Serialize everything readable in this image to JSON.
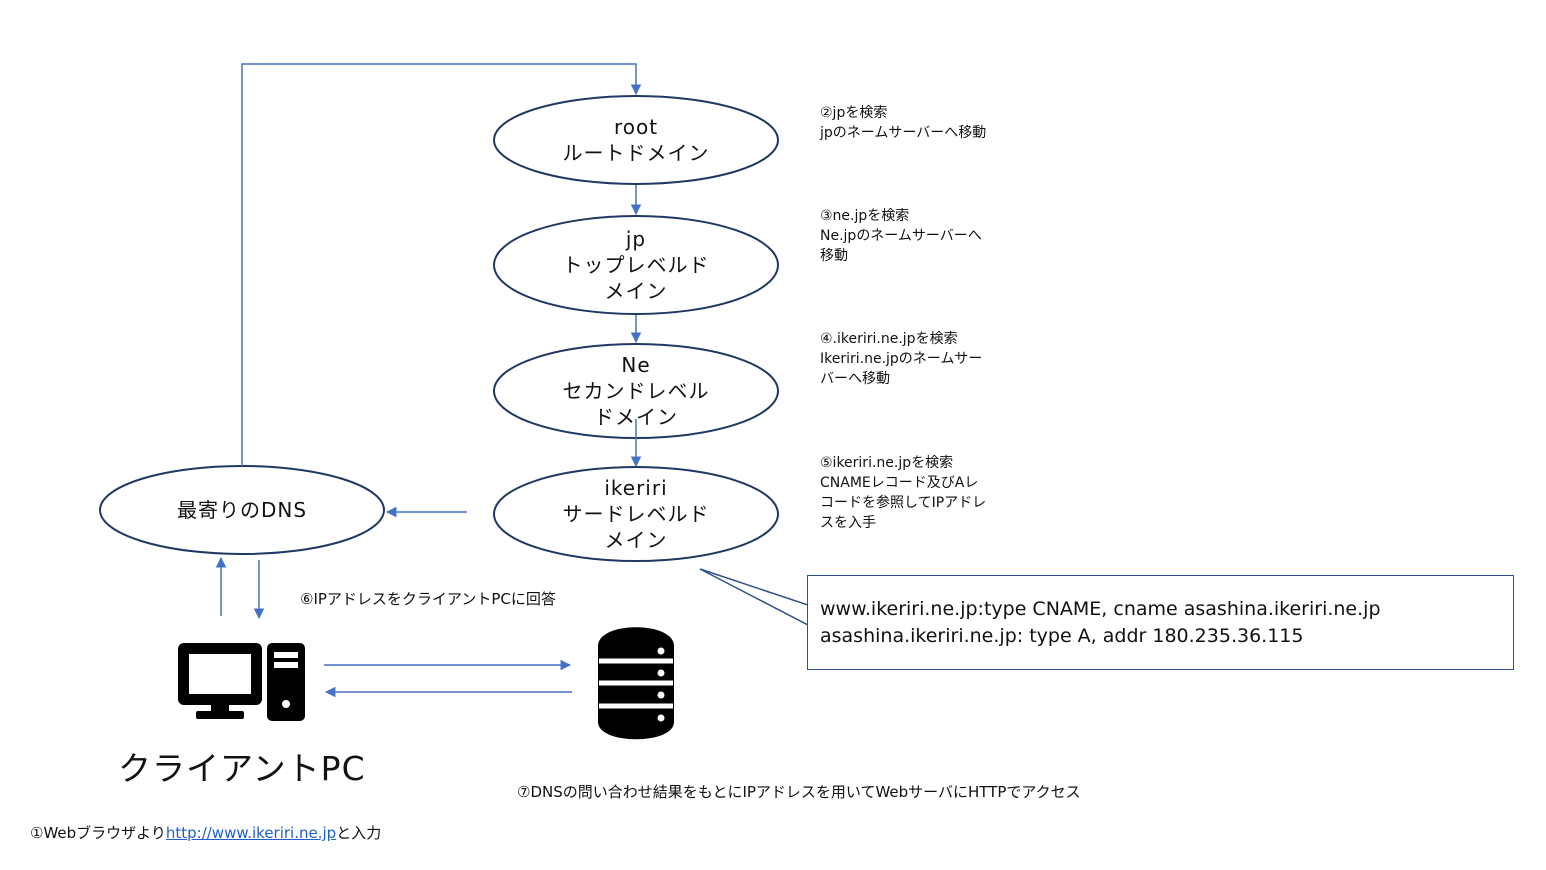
{
  "nodes": {
    "root": {
      "line1": "root",
      "line2": "ルートドメイン"
    },
    "jp": {
      "line1": "jp",
      "line2": "トップレベルド",
      "line3": "メイン"
    },
    "ne": {
      "line1": "Ne",
      "line2": "セカンドレベル",
      "line3": "ドメイン"
    },
    "ikeriri": {
      "line1": "ikeriri",
      "line2": "サードレベルド",
      "line3": "メイン"
    },
    "dns": {
      "label": "最寄りのDNS"
    }
  },
  "notes": {
    "step2": "②jpを検索\njpのネームサーバーへ移動",
    "step3": "③ne.jpを検索\nNe.jpのネームサーバーへ\n移動",
    "step4": "④.ikeriri.ne.jpを検索\nIkeriri.ne.jpのネームサー\nバーへ移動",
    "step5": "⑤ikeriri.ne.jpを検索\nCNAMEレコード及びAレ\nコードを参照してIPアドレ\nスを入手",
    "step6": "⑥IPアドレスをクライアントPCに回答",
    "step7": "⑦DNSの問い合わせ結果をもとにIPアドレスを用いてWebサーバにHTTPでアクセス",
    "step1_prefix": "①Webブラウザより",
    "step1_link": "http://www.ikeriri.ne.jp",
    "step1_suffix": "と入力"
  },
  "callout": {
    "line1": "www.ikeriri.ne.jp:type CNAME, cname asashina.ikeriri.ne.jp",
    "line2": "asashina.ikeriri.ne.jp: type A, addr 180.235.36.115"
  },
  "client": {
    "label": "クライアントPC",
    "icon": "desktop-pc-icon"
  },
  "server": {
    "icon": "database-server-icon"
  },
  "colors": {
    "arrow": "#4472c4",
    "ellipse_stroke": "#1f3864",
    "callout_border": "#2f4f8f",
    "icon": "#000000",
    "link": "#1f5fc8"
  }
}
